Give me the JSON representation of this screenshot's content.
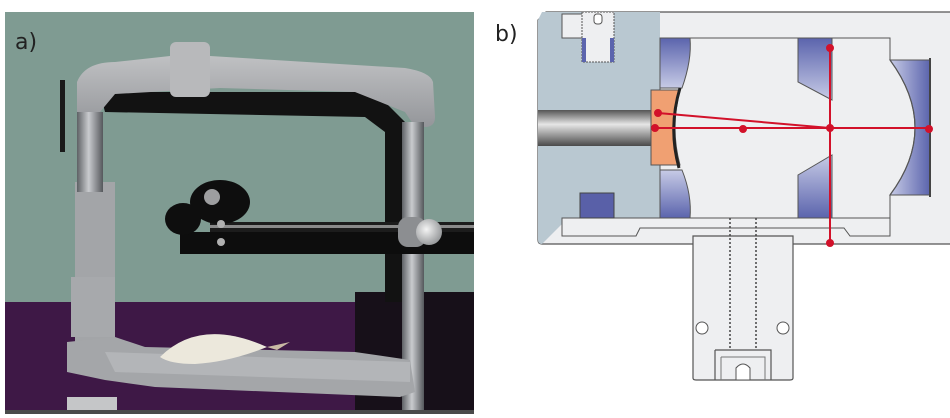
{
  "figure": {
    "panels": [
      {
        "id": "a",
        "label": "a)",
        "type": "photograph",
        "description": "Head/chin rest apparatus with grey frame, steel rods, black fixation bar and white chin cup against green/purple wall"
      },
      {
        "id": "b",
        "label": "b)",
        "type": "cross-section-diagram",
        "description": "Cross-section of optical housing with orange element, curved mirror/lens surfaces, blue ring inserts, threaded stem and red ray lines"
      }
    ]
  },
  "colors": {
    "wall_green": "#7f9b92",
    "wall_purple": "#3e1846",
    "frame_grey": "#a9aaac",
    "rod_steel": "#8a8d91",
    "dark_bar": "#111111",
    "chin_cup": "#ece8dc",
    "housing_bluegrey": "#b9c8d1",
    "housing_light": "#eeeff1",
    "ring_blue": "#5a63ab",
    "element_orange": "#f0a072",
    "ray_red": "#d2112a",
    "outline": "#555555"
  }
}
